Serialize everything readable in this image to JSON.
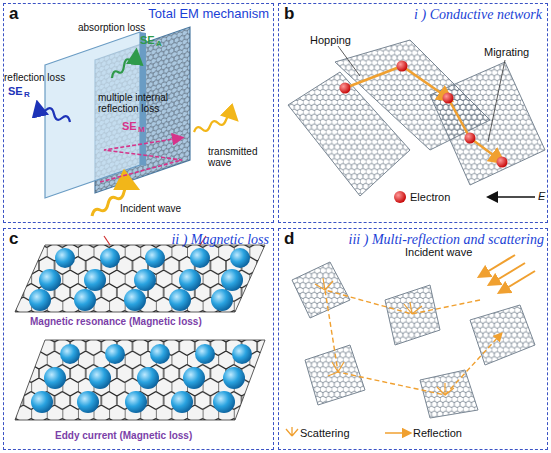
{
  "diagram": {
    "nodes": [
      {
        "text": [
          "a",
          "Total EM mechanism"
        ]
      },
      {
        "text": [
          "b",
          "i ) Conductive network"
        ]
      },
      {
        "text": [
          "c",
          "ii ) Magnetic loss"
        ]
      },
      {
        "text": [
          "d",
          "iii ) Multi-reflection and scattering"
        ]
      }
    ],
    "labels": [
      "absorption loss",
      "SE",
      "A",
      "reflection loss",
      "SE",
      "R",
      "multiple internal reflection loss",
      "SE",
      "M",
      "transmitted wave",
      "Incident wave",
      "Hopping",
      "Migrating",
      "Electron",
      "E",
      "Magnetic resonance (Magnetic loss)",
      "Eddy current (Magnetic loss)",
      "Incident wave"
    ],
    "legend": [
      {
        "text": "Scattering"
      },
      {
        "text": "Reflection"
      }
    ]
  }
}
